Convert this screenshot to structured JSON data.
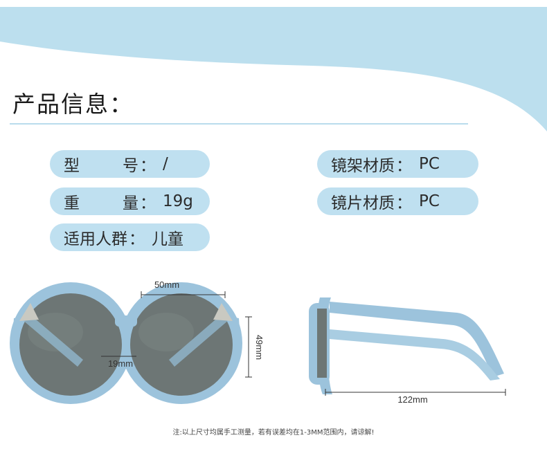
{
  "header": {
    "title": "产品信息："
  },
  "specs": [
    {
      "label_chars": [
        "型",
        "号"
      ],
      "sep": "：",
      "value": "/"
    },
    {
      "label_chars": [
        "重",
        "量"
      ],
      "sep": "：",
      "value": "19g"
    },
    {
      "label": "适用人群",
      "sep": "：",
      "value": "儿童"
    },
    {
      "label": "镜架材质",
      "sep": "：",
      "value": "PC"
    },
    {
      "label": "镜片材质",
      "sep": "：",
      "value": "PC"
    }
  ],
  "dimensions": {
    "lens_width": "50mm",
    "bridge": "19mm",
    "lens_height": "49mm",
    "temple_length": "122mm"
  },
  "footnote": "注:以上尺寸均属手工测量，若有误差均在1-3MM范围内，请谅解!",
  "colors": {
    "wave": "#bcdfee",
    "pill": "#bfe0f0",
    "frame": "#9cc3dc",
    "lens": "#6d7675"
  }
}
